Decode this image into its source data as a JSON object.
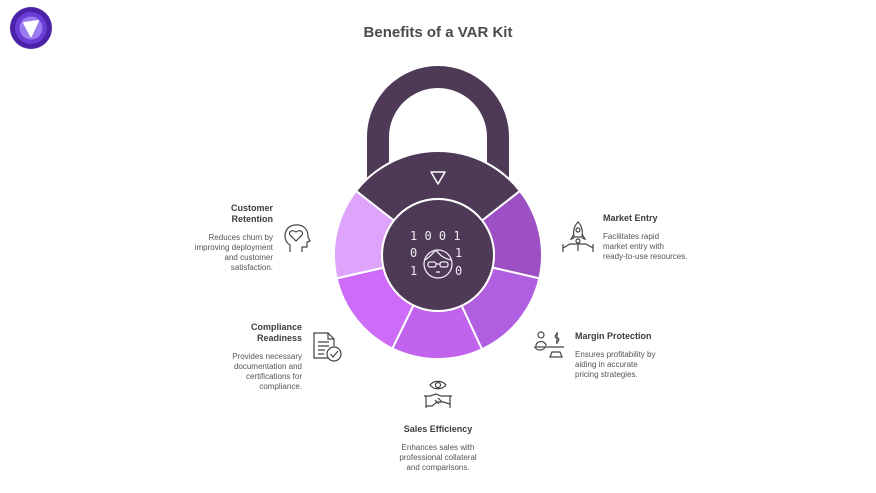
{
  "title": "Benefits of a VAR Kit",
  "colors": {
    "dark": "#4e3a56",
    "market_entry": "#9c50c4",
    "margin_protection": "#b05fe0",
    "sales_efficiency": "#c263ee",
    "compliance_readiness": "#cd6cf8",
    "customer_retention": "#dea4fb"
  },
  "center": {
    "binary_rows": [
      "1 0 0 1",
      "0       1",
      "1       0"
    ],
    "icon": "coder-face-icon",
    "top_marker": "triangle-down-icon"
  },
  "benefits": [
    {
      "id": "market-entry",
      "title": "Market Entry",
      "description": [
        "Facilitates rapid",
        "market entry with",
        "ready-to-use resources."
      ],
      "icon": "rocket-launch-icon"
    },
    {
      "id": "margin-protection",
      "title": "Margin Protection",
      "description": [
        "Ensures profitability by",
        "aiding in accurate",
        "pricing strategies."
      ],
      "icon": "balance-scale-dollar-icon"
    },
    {
      "id": "sales-efficiency",
      "title": "Sales Efficiency",
      "description": [
        "Enhances sales with",
        "professional collateral",
        "and comparisons."
      ],
      "icon": "handshake-eye-icon"
    },
    {
      "id": "compliance-readiness",
      "title_lines": [
        "Compliance",
        "Readiness"
      ],
      "description": [
        "Provides necessary",
        "documentation and",
        "certifications for",
        "compliance."
      ],
      "icon": "document-check-icon"
    },
    {
      "id": "customer-retention",
      "title_lines": [
        "Customer",
        "Retention"
      ],
      "description": [
        "Reduces churn by",
        "improving deployment",
        "and customer",
        "satisfaction."
      ],
      "icon": "head-heart-icon"
    }
  ]
}
